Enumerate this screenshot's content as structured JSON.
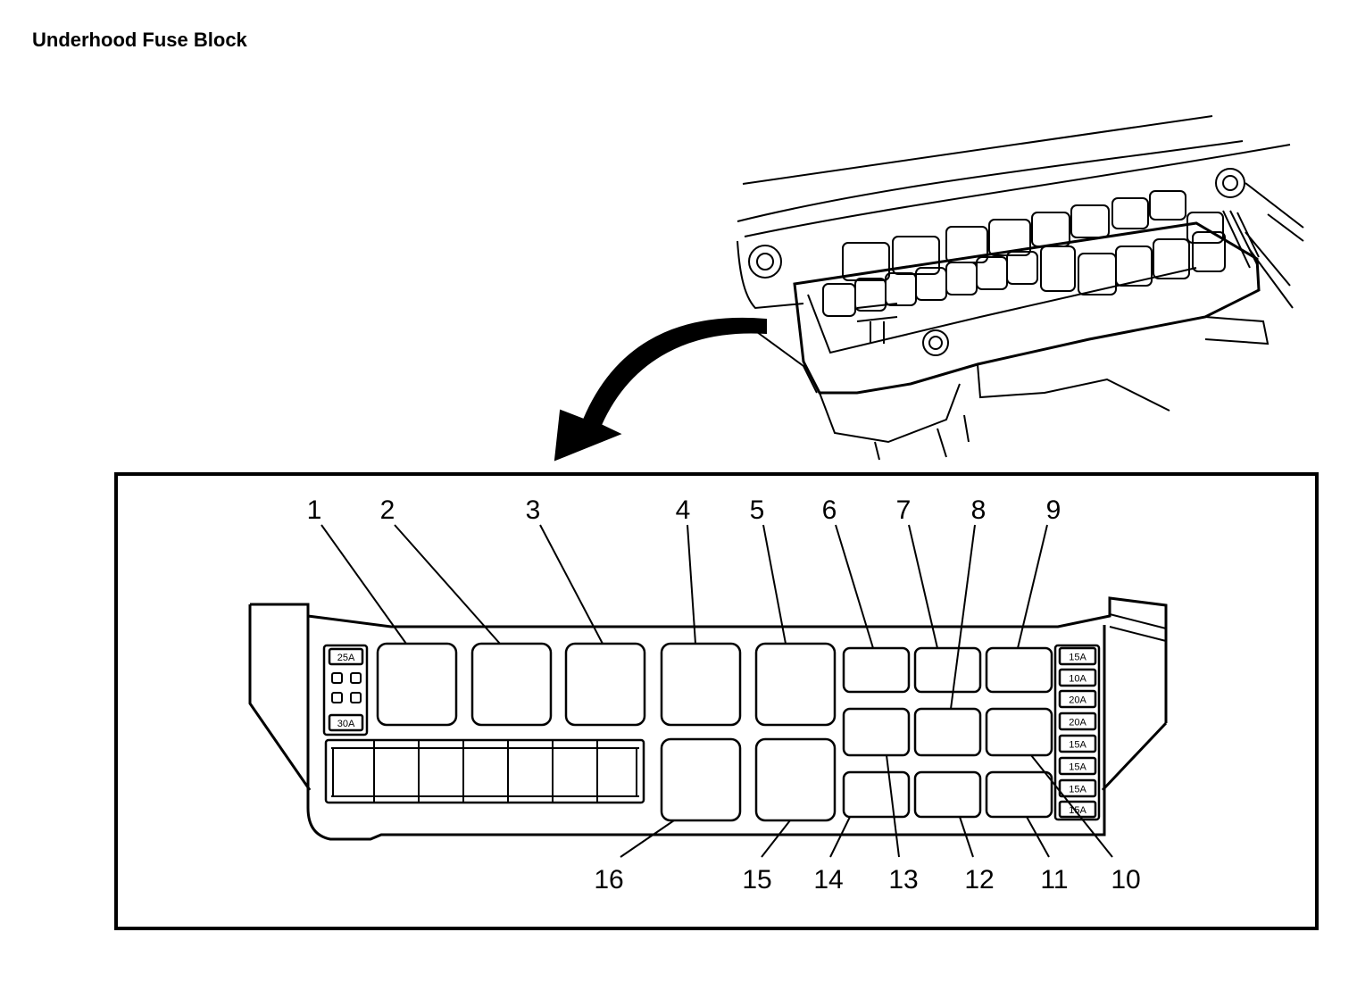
{
  "title": "Underhood Fuse Block",
  "callouts": [
    "1",
    "2",
    "3",
    "4",
    "5",
    "6",
    "7",
    "8",
    "9",
    "10",
    "11",
    "12",
    "13",
    "14",
    "15",
    "16"
  ],
  "left_fuse_ratings": [
    "25A",
    "30A"
  ],
  "right_fuse_ratings": [
    "15A",
    "10A",
    "20A",
    "20A",
    "15A",
    "15A",
    "15A",
    "15A"
  ]
}
